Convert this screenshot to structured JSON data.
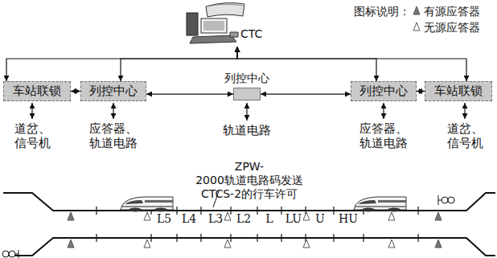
{
  "diagram": {
    "nodes": [
      {
        "text": [
          "CTC"
        ]
      },
      {
        "text": [
          "车站联锁"
        ]
      },
      {
        "text": [
          "列控中心"
        ]
      },
      {
        "text": [
          "列控中心"
        ]
      },
      {
        "text": [
          "列控中心"
        ]
      },
      {
        "text": [
          "车站联锁"
        ]
      }
    ],
    "edges": [
      {
        "from": 0,
        "to": 1,
        "arrow": "both"
      },
      {
        "from": 0,
        "to": 2,
        "arrow": "both"
      },
      {
        "from": 0,
        "to": 4,
        "arrow": "both"
      },
      {
        "from": 0,
        "to": 5,
        "arrow": "both"
      },
      {
        "from": 1,
        "to": 2,
        "arrow": "both"
      },
      {
        "from": 3,
        "to": 2,
        "arrow": "both"
      },
      {
        "from": 3,
        "to": 4,
        "arrow": "both"
      },
      {
        "from": 4,
        "to": 5,
        "arrow": "both"
      }
    ],
    "labels": [
      "图标说明：",
      "道岔、 信号机",
      "应答器、 轨道电路",
      "轨道电路",
      "应答器、 轨道电路",
      "道岔、 信号机",
      "ZPW-2000轨道电路码发送 CTCS-2的行车许可",
      "L5",
      "L4",
      "L3",
      "L2",
      "L",
      "LU",
      "U",
      "HU"
    ],
    "legend": [
      {
        "text": "有源应答器"
      },
      {
        "text": "无源应答器"
      }
    ]
  }
}
